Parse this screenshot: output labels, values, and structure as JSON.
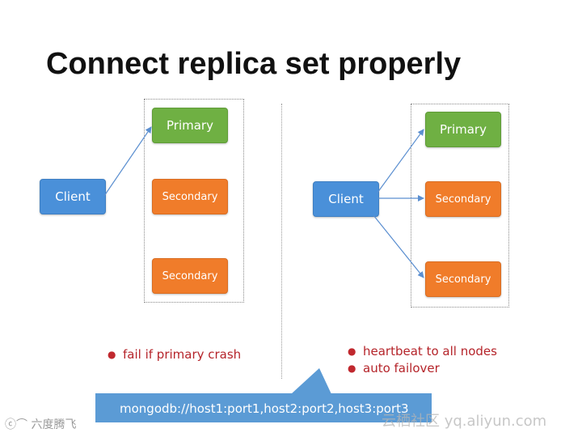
{
  "title": "Connect replica set properly",
  "left": {
    "client": "Client",
    "nodes": [
      "Primary",
      "Secondary",
      "Secondary"
    ],
    "notes": [
      "fail if primary crash"
    ]
  },
  "right": {
    "client": "Client",
    "nodes": [
      "Primary",
      "Secondary",
      "Secondary"
    ],
    "notes": [
      "heartbeat to all nodes",
      "auto failover"
    ]
  },
  "callout": "mongodb://host1:port1,host2:port2,host3:port3",
  "watermarks": {
    "left": "六度腾飞",
    "right": "云栖社区 yq.aliyun.com"
  },
  "colors": {
    "client": "#4a90d9",
    "primary": "#6fb043",
    "secondary": "#f07c2a",
    "note": "#b5242a",
    "callout": "#5b9bd5"
  }
}
